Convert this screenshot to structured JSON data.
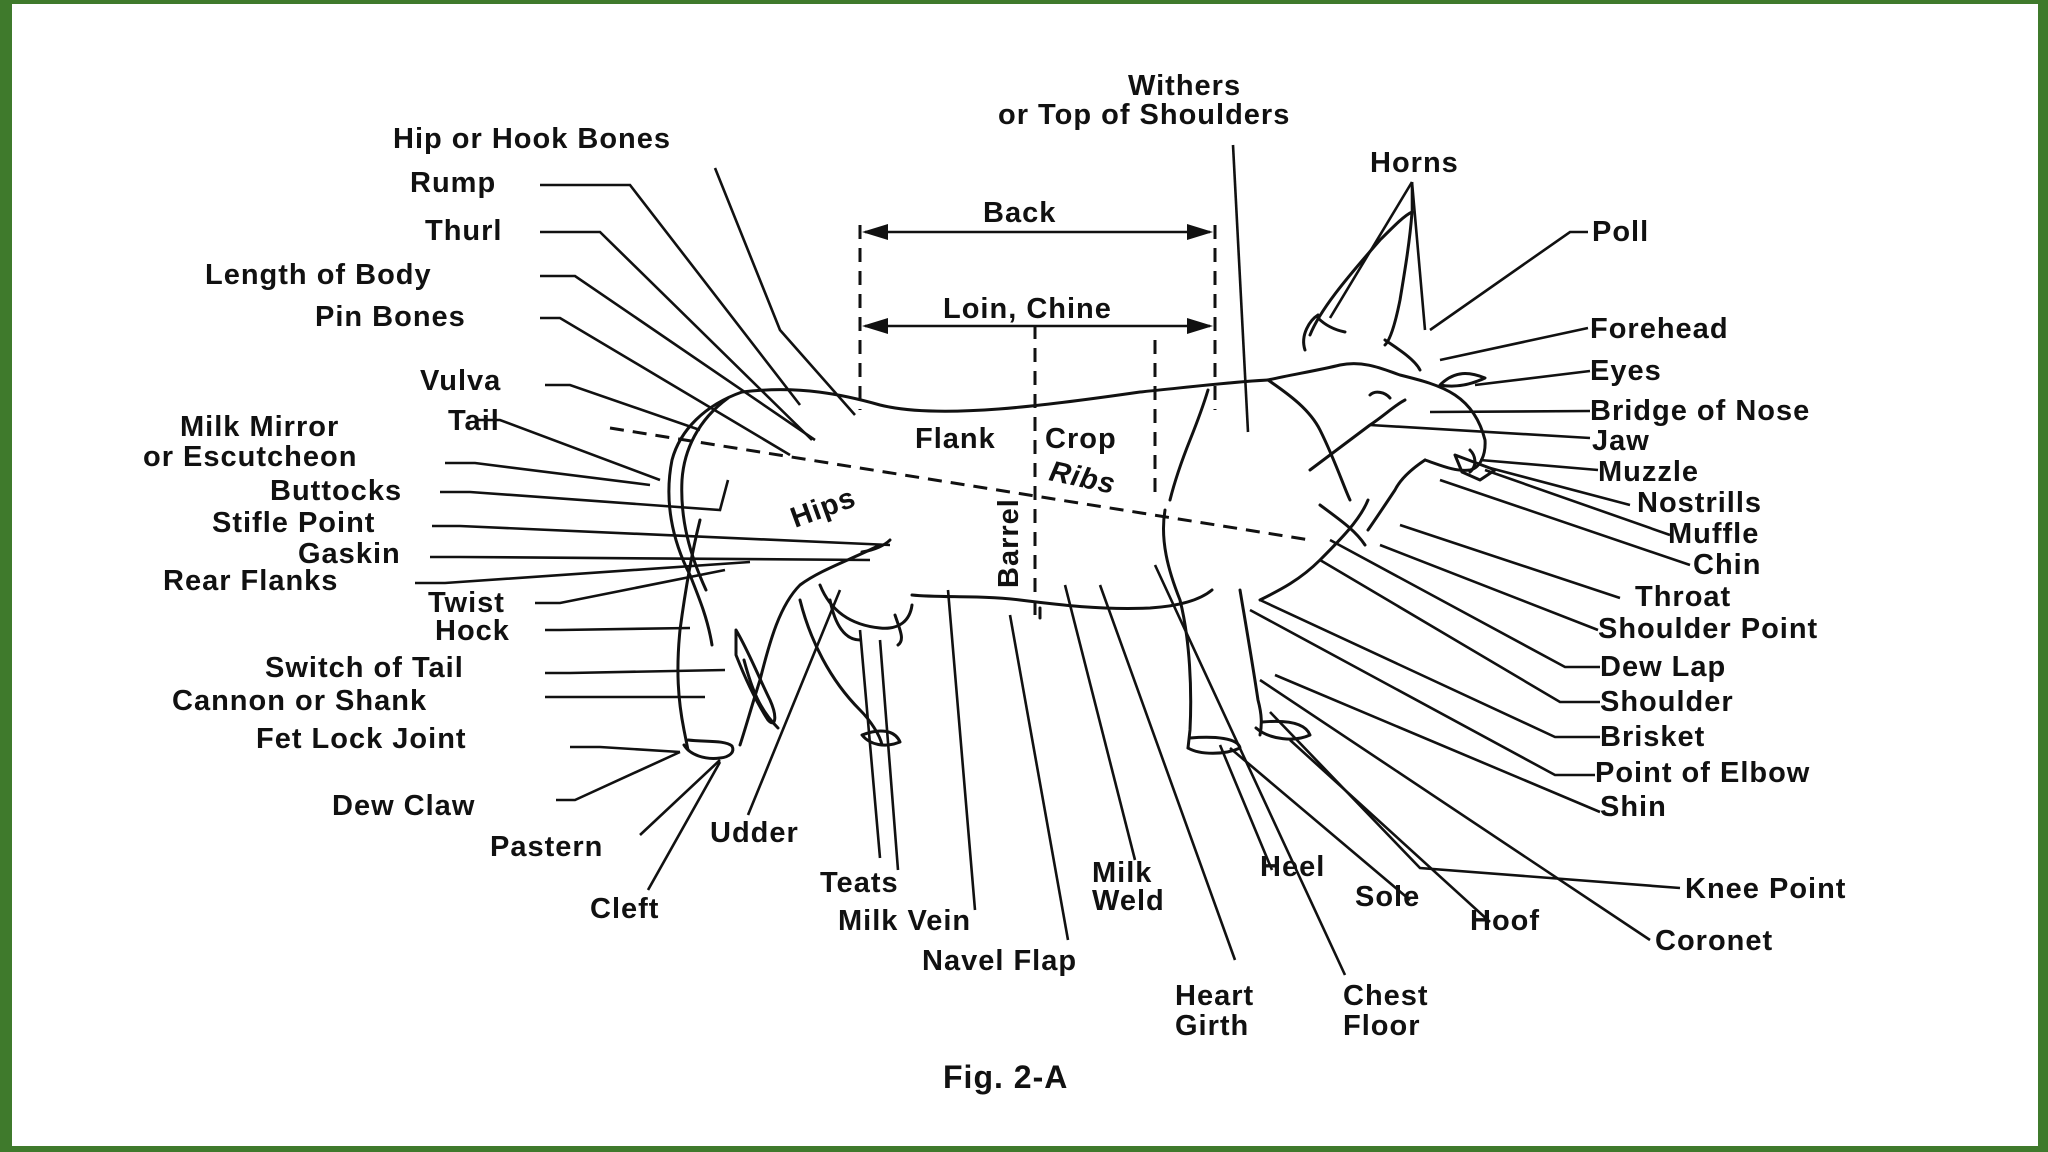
{
  "caption": "Fig. 2-A",
  "labels": {
    "withers_1": "Withers",
    "withers_2": "or Top of Shoulders",
    "hip": "Hip or Hook Bones",
    "rump": "Rump",
    "thurl": "Thurl",
    "length": "Length of Body",
    "pin": "Pin Bones",
    "vulva": "Vulva",
    "milk_mirror_1": "Milk Mirror",
    "milk_mirror_2": "or Escutcheon",
    "tail": "Tail",
    "buttocks": "Buttocks",
    "stifle": "Stifle Point",
    "gaskin": "Gaskin",
    "rear_flanks": "Rear Flanks",
    "twist": "Twist",
    "hock": "Hock",
    "switch": "Switch of Tail",
    "cannon": "Cannon or Shank",
    "fetlock": "Fet Lock Joint",
    "dew_claw": "Dew Claw",
    "pastern": "Pastern",
    "udder": "Udder",
    "cleft": "Cleft",
    "teats": "Teats",
    "milk_vein": "Milk Vein",
    "milk_weld_1": "Milk",
    "milk_weld_2": "Weld",
    "navel_flap": "Navel Flap",
    "heart_girth_1": "Heart",
    "heart_girth_2": "Girth",
    "chest_floor_1": "Chest",
    "chest_floor_2": "Floor",
    "heel": "Heel",
    "sole": "Sole",
    "hoof": "Hoof",
    "coronet": "Coronet",
    "knee": "Knee Point",
    "shin": "Shin",
    "elbow": "Point of Elbow",
    "brisket": "Brisket",
    "shoulder": "Shoulder",
    "dew_lap": "Dew Lap",
    "shoulder_point": "Shoulder Point",
    "throat": "Throat",
    "chin": "Chin",
    "muffle": "Muffle",
    "nostrils": "Nostrills",
    "muzzle": "Muzzle",
    "jaw": "Jaw",
    "bridge": "Bridge of Nose",
    "eyes": "Eyes",
    "forehead": "Forehead",
    "poll": "Poll",
    "horns": "Horns",
    "back": "Back",
    "loin": "Loin, Chine",
    "flank": "Flank",
    "crop": "Crop",
    "ribs": "Ribs",
    "hips": "Hips",
    "barrel": "Barrel"
  }
}
